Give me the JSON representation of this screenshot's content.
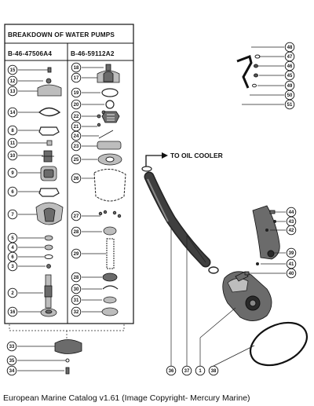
{
  "breakdown_title": "BREAKDOWN OF WATER PUMPS",
  "left_model": "B-46-47506A4",
  "right_model": "B-46-59112A2",
  "oil_cooler_label": "TO OIL COOLER",
  "caption": "European Marine Catalog v1.61 (Image Copyright- Mercury Marine)",
  "callouts": {
    "left_column": [
      "15",
      "12",
      "13",
      "14",
      "8",
      "11",
      "10",
      "9",
      "6",
      "7",
      "5",
      "4",
      "6",
      "3",
      "2",
      "16"
    ],
    "right_column": [
      "18",
      "17",
      "19",
      "20",
      "22",
      "21",
      "24",
      "23",
      "25",
      "26",
      "27",
      "28",
      "29",
      "28",
      "30",
      "31",
      "32"
    ],
    "below_box": [
      "33",
      "35",
      "34"
    ],
    "top_right": [
      "48",
      "47",
      "46",
      "45",
      "49",
      "50",
      "51"
    ],
    "mid_right": [
      "44",
      "43",
      "42",
      "39",
      "41",
      "40"
    ],
    "bottom_row": [
      "36",
      "37",
      "1",
      "38"
    ]
  }
}
